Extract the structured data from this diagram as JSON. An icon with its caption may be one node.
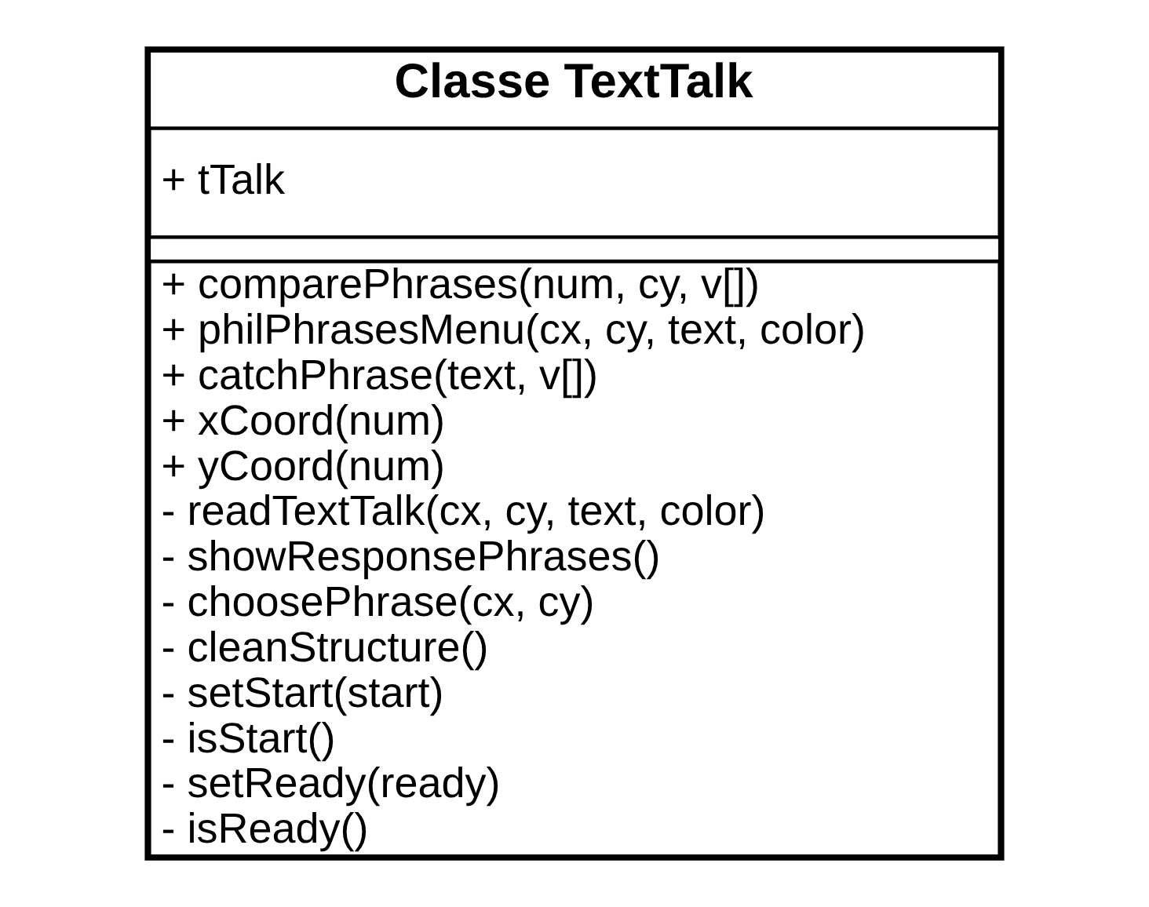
{
  "diagram": {
    "nodes": [
      {
        "text": [
          "Classe TextTalk"
        ]
      },
      {
        "text": [
          "+ tTalk"
        ],
        "in": 0
      },
      {
        "text": [
          "+ comparePhrases(num, cy, v[])",
          "+ philPhrasesMenu(cx, cy, text, color)",
          "+ catchPhrase(text, v[])",
          "+ xCoord(num)",
          "+ yCoord(num)",
          "- readTextTalk(cx, cy, text, color)",
          "- showResponsePhrases()",
          "- choosePhrase(cx, cy)",
          "- cleanStructure()",
          "- setStart(start)",
          "- isStart()",
          "- setReady(ready)",
          "- isReady()"
        ],
        "in": 0
      }
    ]
  }
}
